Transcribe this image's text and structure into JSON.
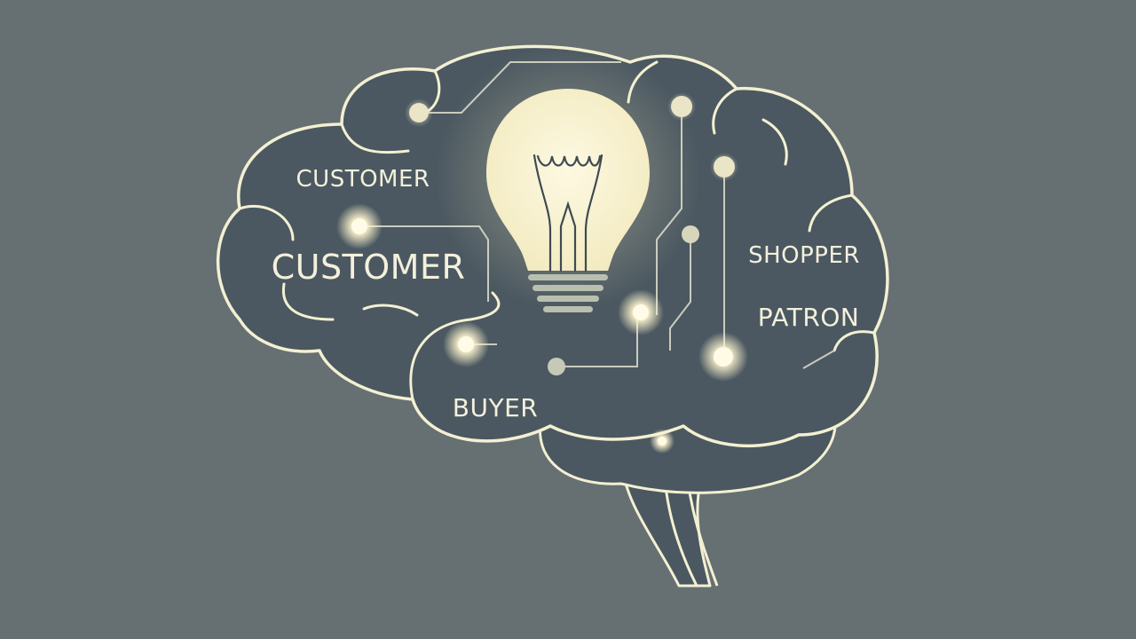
{
  "labels": {
    "customer_small": "CUSTOMER",
    "customer_large": "CUSTOMER",
    "shopper": "SHOPPER",
    "patron": "PATRON",
    "buyer": "BUYER"
  },
  "icons": {
    "brain": "brain-outline-icon",
    "bulb": "lightbulb-icon"
  },
  "colors": {
    "background": "#666f72",
    "brain_fill": "#4b5861",
    "outline": "#f3f0d2",
    "bulb": "#f6f0c8",
    "bulb_base": "#b9bfae",
    "node_glow": "#fff6cf"
  }
}
